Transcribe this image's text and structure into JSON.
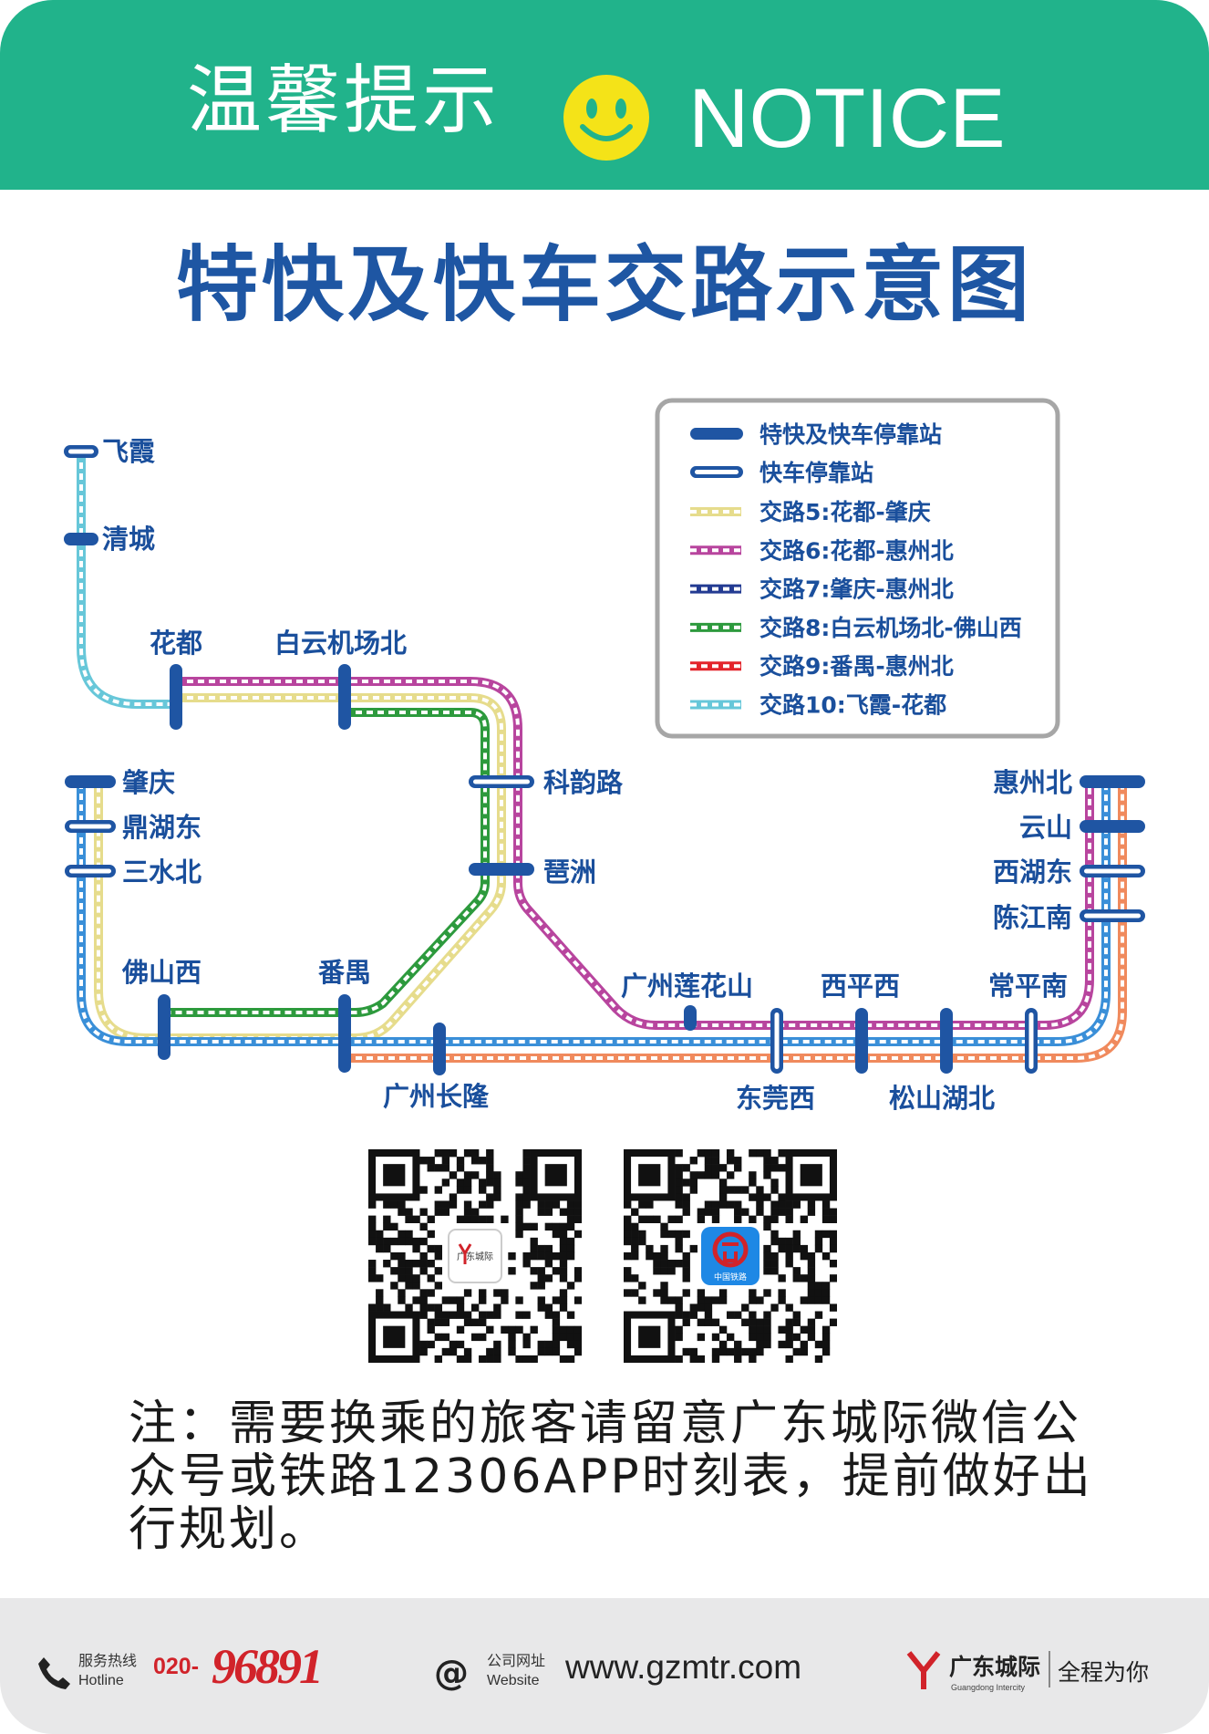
{
  "header": {
    "title_cn": "温馨提示",
    "title_en": "NOTICE",
    "bg_color": "#21b38b",
    "smiley_icon": "smiley-face-icon"
  },
  "diagram": {
    "title": "特快及快车交路示意图",
    "legend": {
      "express_stop": "特快及快车停靠站",
      "fast_stop": "快车停靠站",
      "routes": [
        {
          "label": "交路5:花都-肇庆",
          "color": "#e6dc8c"
        },
        {
          "label": "交路6:花都-惠州北",
          "color": "#b8459e"
        },
        {
          "label": "交路7:肇庆-惠州北",
          "color": "#233b92"
        },
        {
          "label": "交路8:白云机场北-佛山西",
          "color": "#2d9a3d"
        },
        {
          "label": "交路9:番禺-惠州北",
          "color": "#e3242b"
        },
        {
          "label": "交路10:飞霞-花都",
          "color": "#67c7d9"
        }
      ]
    },
    "stations": {
      "feixia": "飞霞",
      "qingcheng": "清城",
      "huadu": "花都",
      "baiyun": "白云机场北",
      "keyunlu": "科韵路",
      "pazhou": "琶洲",
      "zhaoqing": "肇庆",
      "dinghudong": "鼎湖东",
      "sanshuibei": "三水北",
      "foshanxi": "佛山西",
      "panyu": "番禺",
      "changlong": "广州长隆",
      "lianhuashan": "广州莲花山",
      "xipingxi": "西平西",
      "dongguanxi": "东莞西",
      "songshanhubei": "松山湖北",
      "changpingnan": "常平南",
      "huizhoubei": "惠州北",
      "yunshan": "云山",
      "xihudong": "西湖东",
      "chenjiangnan": "陈江南"
    },
    "line_colors": {
      "yellow": "#e6dc8c",
      "purple": "#b8459e",
      "green": "#2d9a3d",
      "light_blue": "#67c7d9",
      "blue": "#3a8fd8",
      "orange": "#f08a5d",
      "station_blue": "#1f55a3"
    }
  },
  "qr_codes": [
    {
      "logo_text": "广东城际"
    },
    {
      "logo_text": "中国铁路"
    }
  ],
  "note": "注：需要换乘的旅客请留意广东城际微信公众号或铁路12306APP时刻表，提前做好出行规划。",
  "footer": {
    "hotline_cn": "服务热线",
    "hotline_en": "Hotline",
    "hotline_prefix": "020-",
    "hotline_number": "96891",
    "website_cn": "公司网址",
    "website_en": "Website",
    "website_url": "www.gzmtr.com",
    "brand_cn": "广东城际",
    "brand_en": "Guangdong Intercity",
    "slogan": "全程为你"
  }
}
